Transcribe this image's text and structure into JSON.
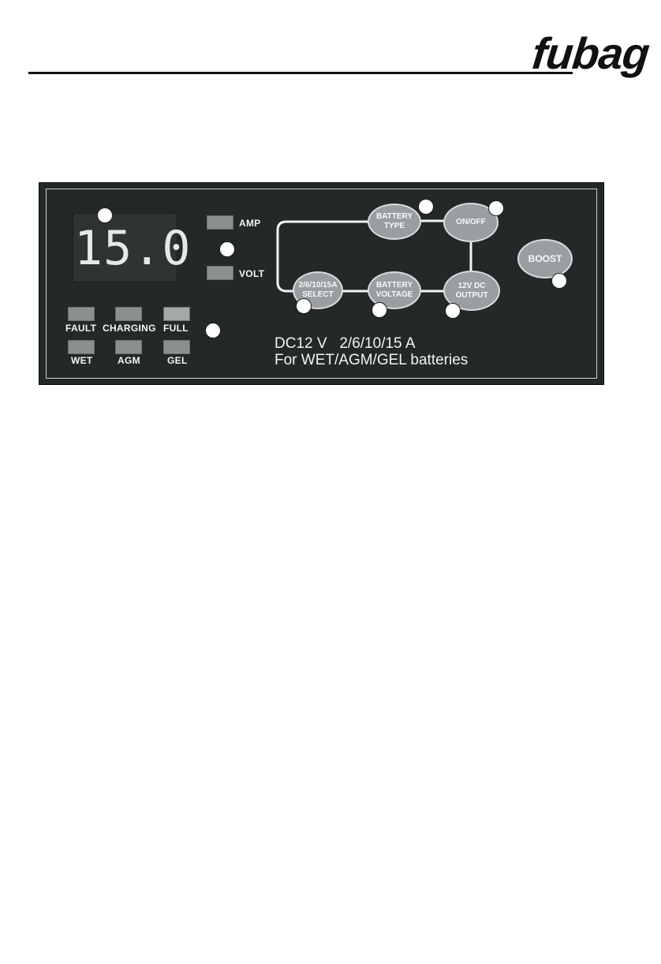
{
  "header": {
    "brand": "fubag"
  },
  "panel": {
    "display_value": "15.0",
    "indicators": {
      "amp": "AMP",
      "volt": "VOLT"
    },
    "leds_top": [
      "FAULT",
      "CHARGING",
      "FULL"
    ],
    "leds_bottom": [
      "WET",
      "AGM",
      "GEL"
    ],
    "buttons": {
      "battery_type": [
        "BATTERY",
        "TYPE"
      ],
      "on_off": "ON/OFF",
      "boost": "BOOST",
      "select": [
        "2/6/10/15A",
        "SELECT"
      ],
      "battery_voltage": [
        "BATTERY",
        "VOLTAGE"
      ],
      "dc_output": [
        "12V DC",
        "OUTPUT"
      ]
    },
    "spec_line1": "DC12 V   2/6/10/15 A",
    "spec_line2": "For WET/AGM/GEL batteries"
  },
  "colors": {
    "panel_bg": "#232829",
    "button_fill": "#9a9ea0",
    "led_fill": "#8b8f90"
  }
}
